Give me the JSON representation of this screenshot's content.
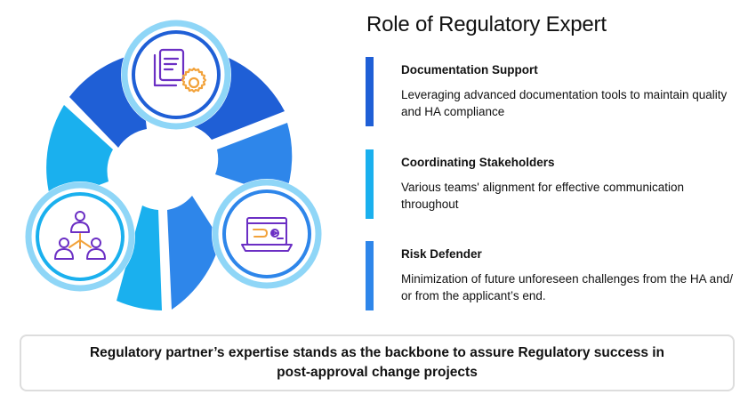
{
  "title": "Role of Regulatory Expert",
  "colors": {
    "dark_blue": "#1f5fd6",
    "mid_blue": "#2e86ea",
    "light_blue": "#1ab0ee",
    "ring_outer": "#8fd6f7",
    "icon_purple": "#6b2fc4",
    "icon_orange": "#f2a23a"
  },
  "items": [
    {
      "title": "Documentation Support",
      "description": "Leveraging advanced documentation tools to maintain quality and HA compliance",
      "bar_color": "#1f5fd6",
      "icon": "document-settings-icon"
    },
    {
      "title": "Coordinating Stakeholders",
      "description": "Various teams' alignment for effective communication throughout",
      "bar_color": "#1ab0ee",
      "icon": "team-hierarchy-icon"
    },
    {
      "title": "Risk Defender",
      "description": "Minimization of future unforeseen challenges from the HA and/ or from the applicant’s end.",
      "bar_color": "#2e86ea",
      "icon": "laptop-workflow-icon"
    }
  ],
  "footer": "Regulatory partner’s expertise stands as the backbone to assure Regulatory success in post-approval change projects"
}
